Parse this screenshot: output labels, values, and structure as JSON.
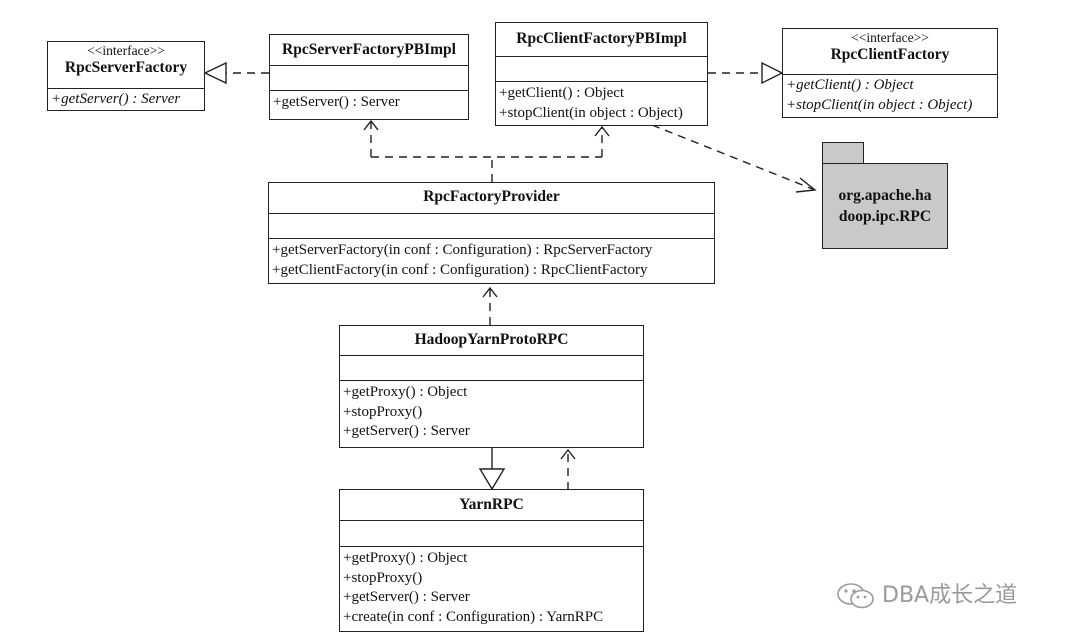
{
  "classes": {
    "rpc_server_factory": {
      "stereotype": "<<interface>>",
      "name": "RpcServerFactory",
      "ops": [
        "+getServer() : Server"
      ]
    },
    "rpc_server_factory_pb_impl": {
      "name": "RpcServerFactoryPBImpl",
      "ops": [
        "+getServer() : Server"
      ]
    },
    "rpc_client_factory_pb_impl": {
      "name": "RpcClientFactoryPBImpl",
      "ops": [
        "+getClient() : Object",
        "+stopClient(in object : Object)"
      ]
    },
    "rpc_client_factory": {
      "stereotype": "<<interface>>",
      "name": "RpcClientFactory",
      "ops": [
        "+getClient() : Object",
        "+stopClient(in object : Object)"
      ]
    },
    "rpc_factory_provider": {
      "name": "RpcFactoryProvider",
      "ops": [
        "+getServerFactory(in conf : Configuration) : RpcServerFactory",
        "+getClientFactory(in conf : Configuration) : RpcClientFactory"
      ]
    },
    "hadoop_yarn_proto_rpc": {
      "name": "HadoopYarnProtoRPC",
      "ops": [
        "+getProxy() : Object",
        "+stopProxy()",
        "+getServer() : Server"
      ]
    },
    "yarn_rpc": {
      "name": "YarnRPC",
      "ops": [
        "+getProxy() : Object",
        "+stopProxy()",
        "+getServer() : Server",
        "+create(in conf : Configuration) : YarnRPC"
      ]
    }
  },
  "package": {
    "line1": "org.apache.ha",
    "line2": "doop.ipc.RPC"
  },
  "watermark": {
    "text": "DBA成长之道",
    "icon": "wechat-icon"
  },
  "colors": {
    "line": "#222222",
    "package_fill": "#c9c9c9",
    "watermark": "#9a9a9a"
  }
}
